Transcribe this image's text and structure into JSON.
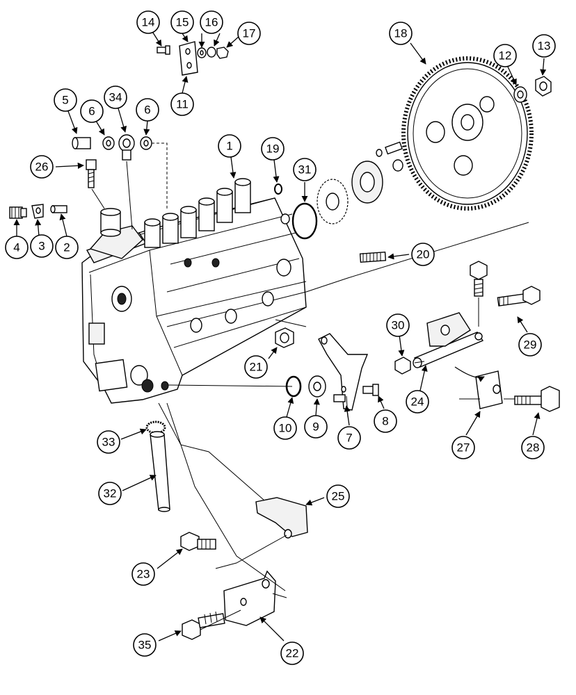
{
  "diagram": {
    "callouts": [
      "14",
      "15",
      "16",
      "17",
      "11",
      "18",
      "12",
      "13",
      "5",
      "6",
      "34",
      "6",
      "1",
      "19",
      "31",
      "26",
      "4",
      "3",
      "2",
      "20",
      "30",
      "29",
      "21",
      "24",
      "10",
      "9",
      "8",
      "7",
      "27",
      "28",
      "33",
      "32",
      "25",
      "23",
      "35",
      "22"
    ]
  }
}
